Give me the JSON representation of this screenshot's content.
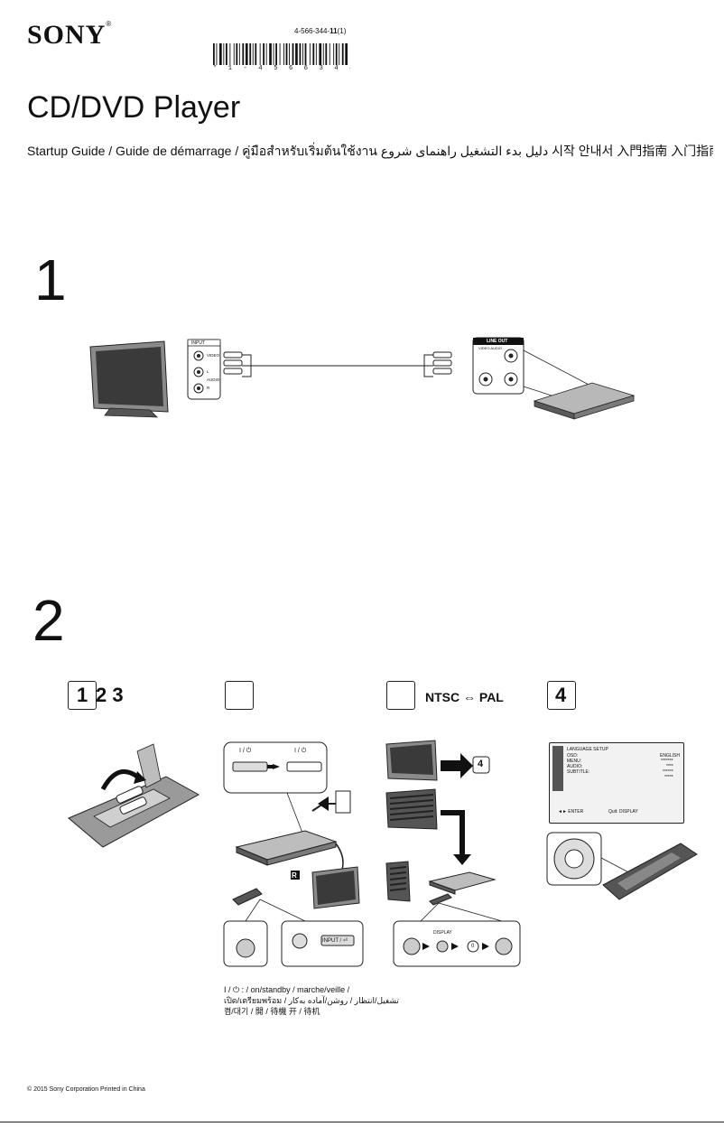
{
  "header": {
    "brand": "SONY",
    "brand_mark": "®",
    "part_number_prefix": "4-566-344-",
    "part_number_bold": "11",
    "part_number_suffix": "(1)",
    "barcode_digits": "* 1 - 4 5 6 6 3 4 4 1 1 2 *"
  },
  "title": "CD/DVD Player",
  "subtitle": "Startup Guide / Guide de démarrage / คู่มือสำหรับเริ่มต้นใช้งาน  دليل بدء التشغيل  راهنمای شروع  시작 안내서  入門指南  入门指南",
  "section1": {
    "number": "1",
    "tv_panel_title": "INPUT",
    "tv_jack_video": "VIDEO",
    "tv_jack_l": "L",
    "tv_jack_audio": "AUDIO",
    "tv_jack_r": "R",
    "player_panel_title": "LINE OUT",
    "player_panel_sub": "VIDEO  AUDIO"
  },
  "section2": {
    "number": "2",
    "step_a_box": "1",
    "step_a_text": "2 3",
    "step_b_box": "",
    "step_c_box": "",
    "step_c_text": "NTSC ⇔ PAL",
    "step_d_box": "4",
    "step_c_arrow_target": "4",
    "power_label_1": "I / ⏻",
    "power_label_2": "I / ⏻",
    "remote_sensor": "R",
    "button_input": "INPUT / ⏎",
    "button_display": "DISPLAY",
    "button_zero": "0",
    "lang_setup": {
      "heading": "LANGUAGE SETUP",
      "rows": [
        {
          "label": "OSD:",
          "value": "ENGLISH"
        },
        {
          "label": "MENU:",
          "value": "*******"
        },
        {
          "label": "AUDIO:",
          "value": "****"
        },
        {
          "label": "SUBTITLE:",
          "value": "******"
        },
        {
          "label": "",
          "value": "*****"
        }
      ],
      "footer_left": "◄►  ENTER",
      "footer_right": "Quit: DISPLAY"
    }
  },
  "standby_note": {
    "line1": "I / ⏻ :       /       on/standby / marche/veille /",
    "line2": "เปิด/เตรียมพร้อม / تشغيل/انتظار / روشن/آماده به‌کار",
    "line3": "켬/대기 / 開 / 待機   开 / 待机"
  },
  "footer": {
    "copyright": "© 2015 Sony Corporation Printed in China"
  },
  "colors": {
    "ink": "#111111",
    "device_gray": "#7f7f7f",
    "screen_dark": "#2a2a2a"
  }
}
